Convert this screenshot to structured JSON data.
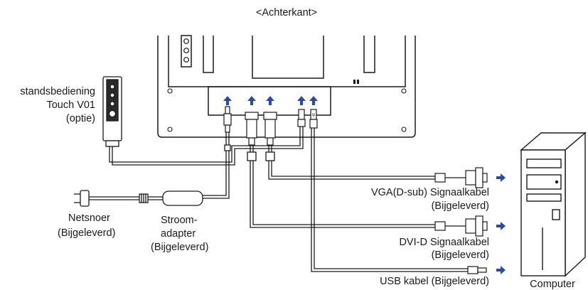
{
  "title": "<Achterkant>",
  "labels": {
    "remote_line1": "standsbediening",
    "remote_line2": "Touch V01",
    "remote_line3": "(optie)",
    "netsnoer_line1": "Netsnoer",
    "netsnoer_line2": "(Bijgeleverd)",
    "adapter_line1": "Stroom-",
    "adapter_line2": "adapter",
    "adapter_line3": "(Bijgeleverd)",
    "vga_line1": "VGA(D-sub) Signaalkabel",
    "vga_line2": "(Bijgeleverd)",
    "dvi_line1": "DVI-D Signaalkabel",
    "dvi_line2": "(Bijgeleverd)",
    "usb_line1": "USB kabel (Bijgeleverd)",
    "computer": "Computer"
  },
  "colors": {
    "line": "#1a1a1a",
    "cable": "#666666",
    "arrow": "#2b4aa8"
  }
}
